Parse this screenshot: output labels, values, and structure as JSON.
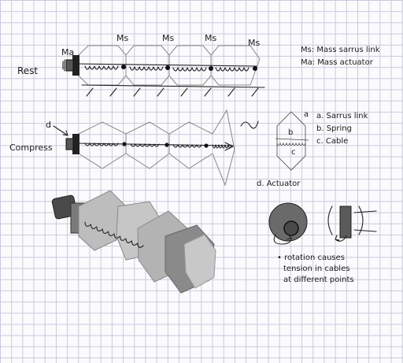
{
  "labels": {
    "rest": "Rest",
    "compress": "Compress",
    "ma": "Ma",
    "ms": "Ms",
    "d_marker": "d"
  },
  "legend": {
    "ms_def": "Ms: Mass sarrus link",
    "ma_def": "Ma: Mass actuator"
  },
  "parts": {
    "a_marker": "a",
    "b_marker": "b",
    "c_marker": "c",
    "a": "a. Sarrus link",
    "b": "b. Spring",
    "c": "c. Cable",
    "d": "d. Actuator"
  },
  "note": {
    "line1": "• rotation causes",
    "line2": "tension in cables",
    "line3": "at different points"
  },
  "colors": {
    "ink": "#222222",
    "grid": "#c8c9dc",
    "shade_light": "#bdbdbd",
    "shade_dark": "#8a8a8a",
    "actuator": "#5a5a5a"
  }
}
